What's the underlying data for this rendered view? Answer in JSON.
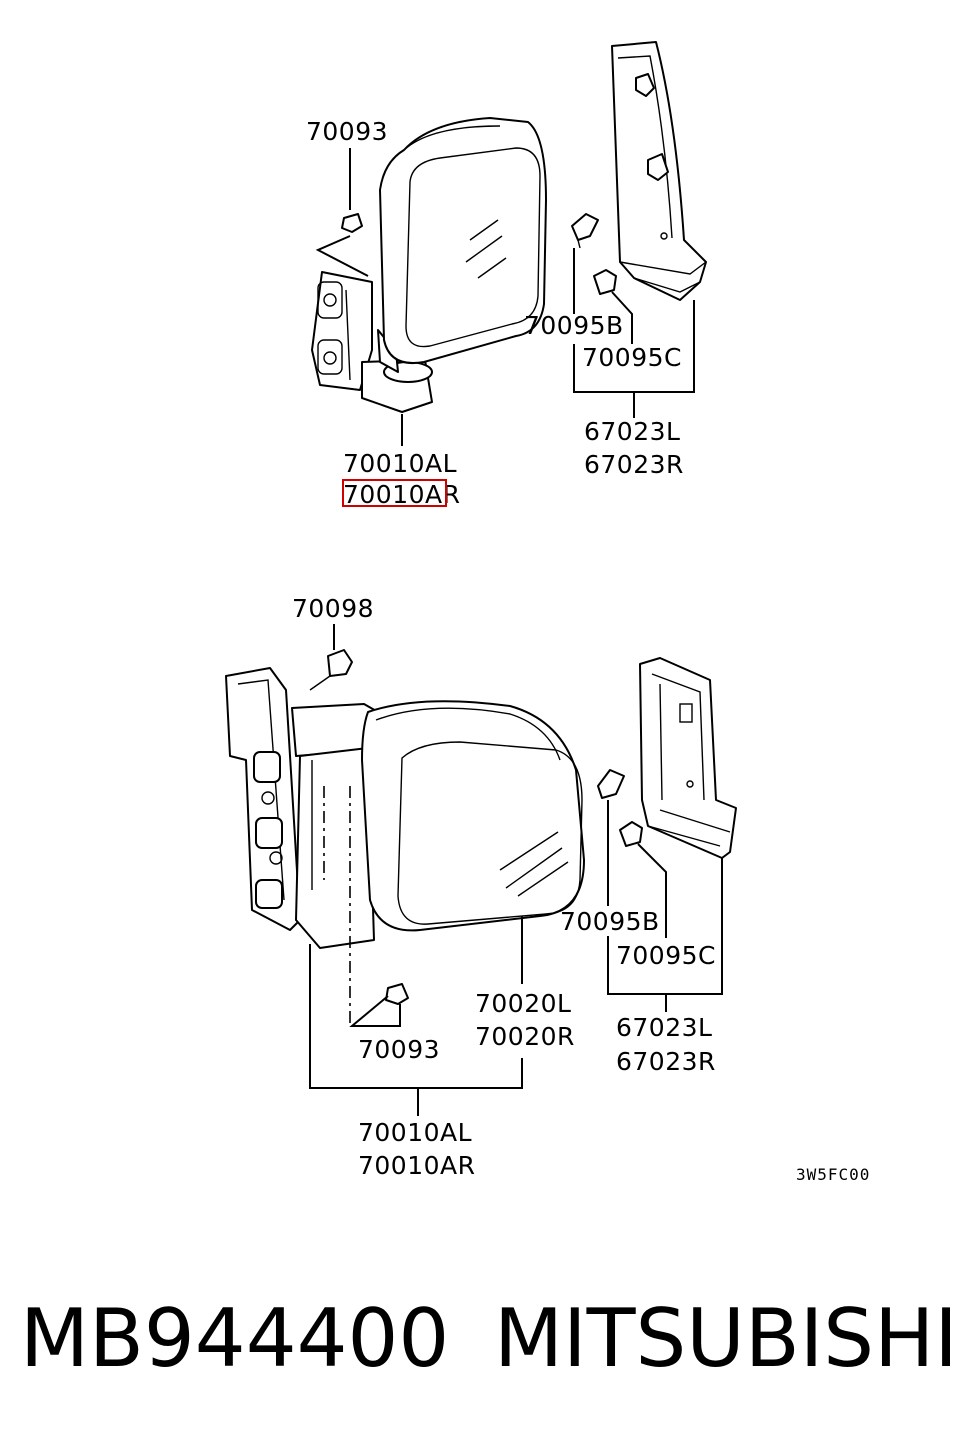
{
  "top_figure": {
    "labels": {
      "screw": "70093",
      "mirror_assy_l": "70010AL",
      "mirror_assy_r": "70010AR",
      "clip_b": "70095B",
      "clip_c": "70095C",
      "cover_l": "67023L",
      "cover_r": "67023R"
    },
    "highlighted_label": "mirror_assy_r",
    "highlight_color": "#d00000"
  },
  "bottom_figure": {
    "labels": {
      "bolt": "70098",
      "clip_b": "70095B",
      "clip_c": "70095C",
      "mirror_glass_l": "70020L",
      "mirror_glass_r": "70020R",
      "cover_l": "67023L",
      "cover_r": "67023R",
      "screw": "70093",
      "mirror_assy_l": "70010AL",
      "mirror_assy_r": "70010AR"
    }
  },
  "diagram_code": "3W5FC00",
  "footer": {
    "part_number": "MB944400",
    "brand": "MITSUBISHI"
  }
}
